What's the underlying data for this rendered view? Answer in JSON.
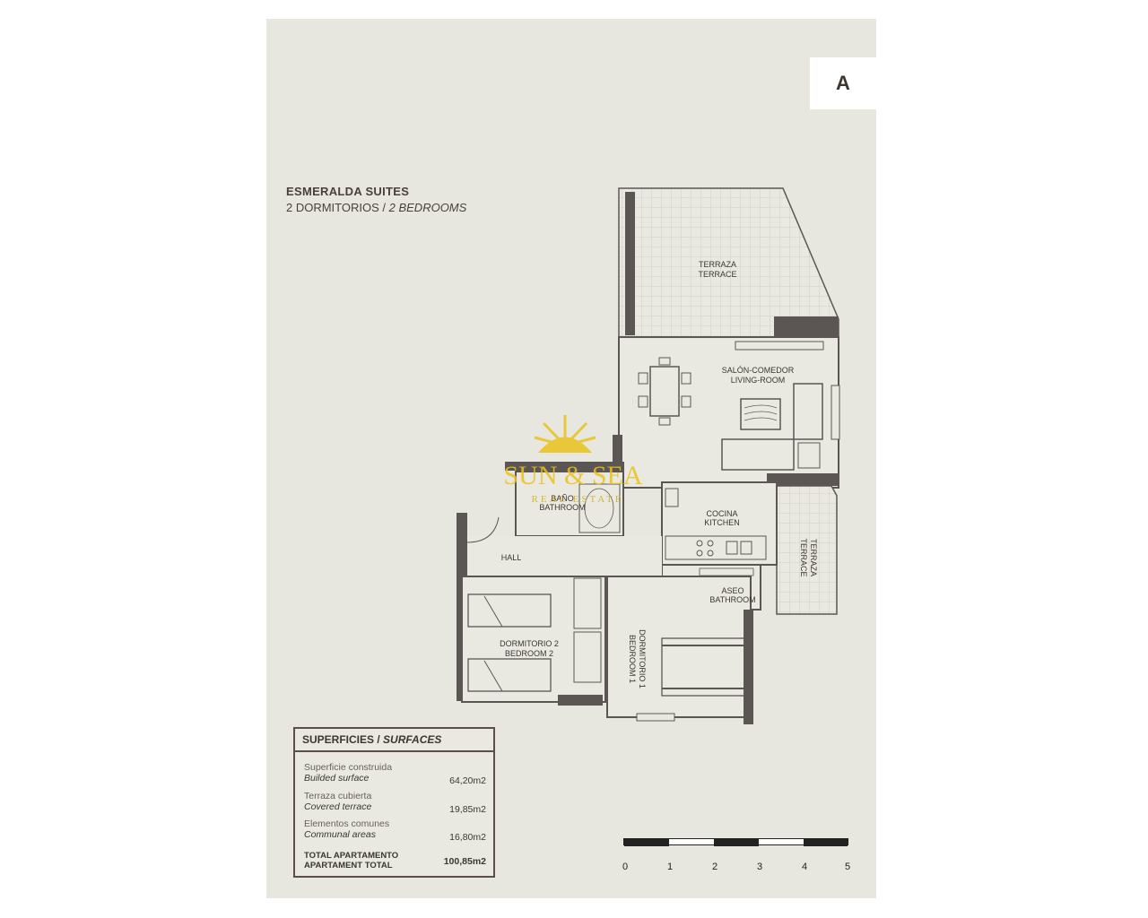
{
  "badge": "A",
  "project": {
    "title": "ESMERALDA SUITES",
    "subtitle_es": "2 DORMITORIOS /",
    "subtitle_en": "2 BEDROOMS"
  },
  "rooms": {
    "terrace_top_es": "TERRAZA",
    "terrace_top_en": "TERRACE",
    "living_es": "SALÓN-COMEDOR",
    "living_en": "LIVING-ROOM",
    "bath_es": "BAÑO",
    "bath_en": "BATHROOM",
    "kitchen_es": "COCINA",
    "kitchen_en": "KITCHEN",
    "terrace_side_es": "TERRAZA",
    "terrace_side_en": "TERRACE",
    "hall": "HALL",
    "toilet_es": "ASEO",
    "toilet_en": "BATHROOM",
    "bed2_es": "DORMITORIO 2",
    "bed2_en": "BEDROOM 2",
    "bed1_es": "DORMITORIO 1",
    "bed1_en": "BEDROOM 1"
  },
  "watermark": {
    "brand": "SUN & SEA",
    "tagline": "REAL ESTATE"
  },
  "surfaces": {
    "heading_es": "SUPERFICIES /",
    "heading_en": "SURFACES",
    "rows": [
      {
        "label_es": "Superficie construida",
        "label_en": "Builded surface",
        "value": "64,20m2"
      },
      {
        "label_es": "Terraza cubierta",
        "label_en": "Covered terrace",
        "value": "19,85m2"
      },
      {
        "label_es": "Elementos comunes",
        "label_en": "Communal areas",
        "value": "16,80m2"
      }
    ],
    "total_es": "TOTAL APARTAMENTO",
    "total_en": "APARTAMENT TOTAL",
    "total_value": "100,85m2"
  },
  "scale_bar": {
    "ticks": [
      "0",
      "1",
      "2",
      "3",
      "4",
      "5"
    ]
  },
  "colors": {
    "sheet": "#e7e7e0",
    "wall": "#5b5654",
    "text": "#4a3f3a",
    "watermark": "#e9c21b"
  }
}
